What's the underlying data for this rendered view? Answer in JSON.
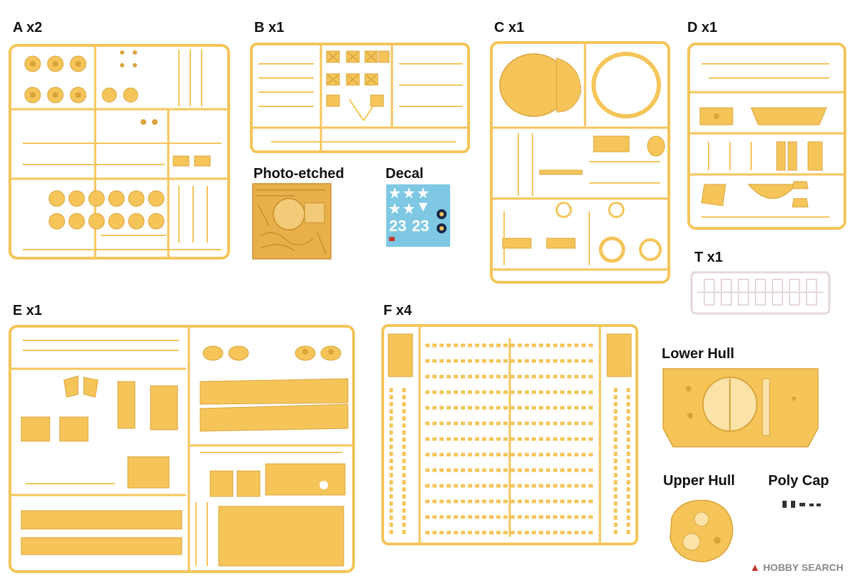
{
  "labels": {
    "a": "A x2",
    "b": "B x1",
    "c": "C x1",
    "d": "D x1",
    "e": "E x1",
    "f": "F x4",
    "t": "T x1",
    "photo_etched": "Photo-etched",
    "decal": "Decal",
    "lower_hull": "Lower Hull",
    "upper_hull": "Upper Hull",
    "poly_cap": "Poly Cap"
  },
  "decal": {
    "number_1": "23",
    "number_2": "23"
  },
  "watermark": {
    "brand": "HOBBY SEARCH"
  },
  "colors": {
    "plastic": "#f5c55a",
    "plastic_edge": "#d9a43a",
    "clear_sprue": "#e6d8d8",
    "decal_blue": "#7ec8e3",
    "photo_etch": "#e8b04a"
  },
  "icons": {
    "watermark": "hobby-search-logo-icon"
  }
}
